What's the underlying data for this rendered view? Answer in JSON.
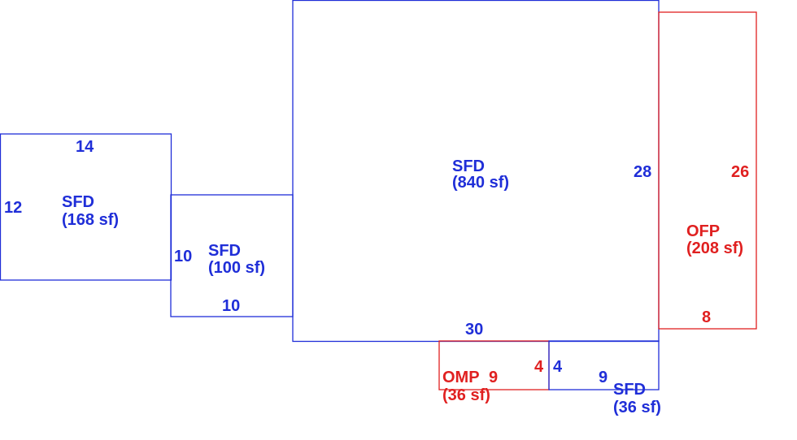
{
  "colors": {
    "living_area": "#1f2ed8",
    "porch": "#e02020"
  },
  "areas": {
    "left_wing": {
      "code": "SFD",
      "area": "(168 sf)",
      "top_dim": "14",
      "side_dim": "12"
    },
    "connector": {
      "code": "SFD",
      "area": "(100 sf)",
      "side_dim": "10",
      "bottom_dim": "10"
    },
    "main_house": {
      "code": "SFD",
      "area": "(840 sf)",
      "side_dim": "28",
      "bottom_dim": "30"
    },
    "front_porch": {
      "code": "OFP",
      "area": "(208 sf)",
      "side_dim": "26",
      "bottom_dim": "8"
    },
    "small_porch": {
      "code": "OMP",
      "width_dim": "9",
      "area": "(36 sf)",
      "side_dim": "4"
    },
    "small_addition": {
      "code": "SFD",
      "area": "(36 sf)",
      "side_dim": "4",
      "width_dim": "9"
    }
  }
}
